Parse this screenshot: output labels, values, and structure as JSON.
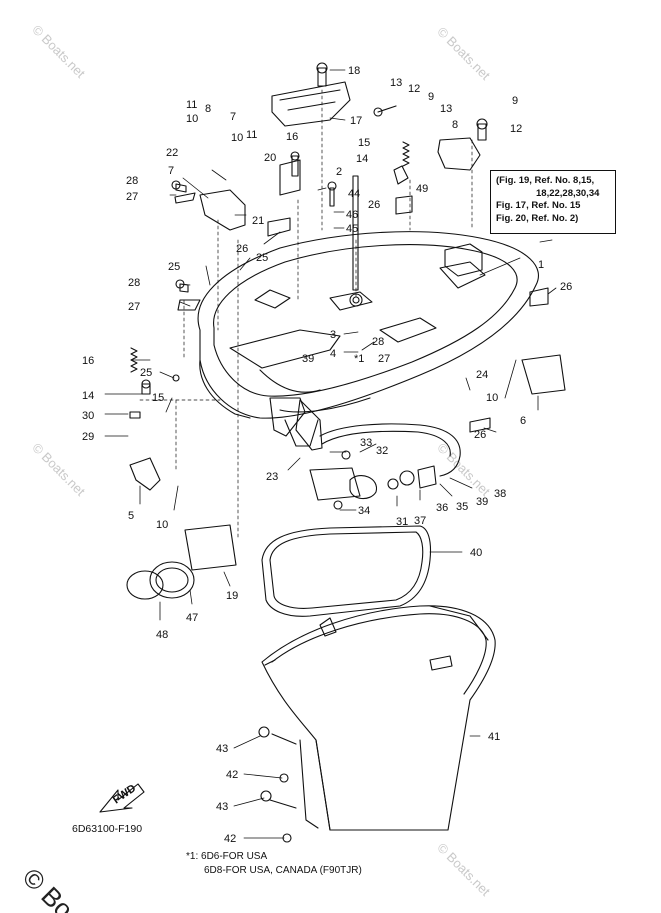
{
  "watermark": {
    "text": "© Boats.net",
    "big_text": "© Boats"
  },
  "reference_box": {
    "line1": "(Fig. 19, Ref. No. 8,15,",
    "line2": "18,22,28,30,34",
    "line3": "Fig. 17, Ref. No. 15",
    "line4": "Fig. 20, Ref. No. 2)"
  },
  "fwd_label": "FWD",
  "diagram_code": "6D63100-F190",
  "footnote": {
    "line1": "*1: 6D6-FOR USA",
    "line2": "6D8-FOR USA, CANADA (F90TJR)"
  },
  "callouts": [
    "18",
    "17",
    "13",
    "12",
    "9",
    "11",
    "10",
    "8",
    "7",
    "10",
    "11",
    "9",
    "12",
    "13",
    "8",
    "22",
    "16",
    "15",
    "14",
    "20",
    "2",
    "44",
    "46",
    "45",
    "49",
    "26",
    "28",
    "7",
    "21",
    "27",
    "26",
    "25",
    "25",
    "1",
    "28",
    "27",
    "26",
    "3",
    "28",
    "4",
    "*1",
    "27",
    "16",
    "25",
    "39",
    "24",
    "15",
    "14",
    "10",
    "30",
    "29",
    "6",
    "26",
    "33",
    "32",
    "23",
    "5",
    "10",
    "31",
    "34",
    "37",
    "36",
    "35",
    "39",
    "38",
    "40",
    "19",
    "47",
    "48",
    "41",
    "43",
    "42",
    "43",
    "42"
  ],
  "ui": {
    "accent_color": "#111111",
    "watermark_color": "#c9c9c9"
  }
}
